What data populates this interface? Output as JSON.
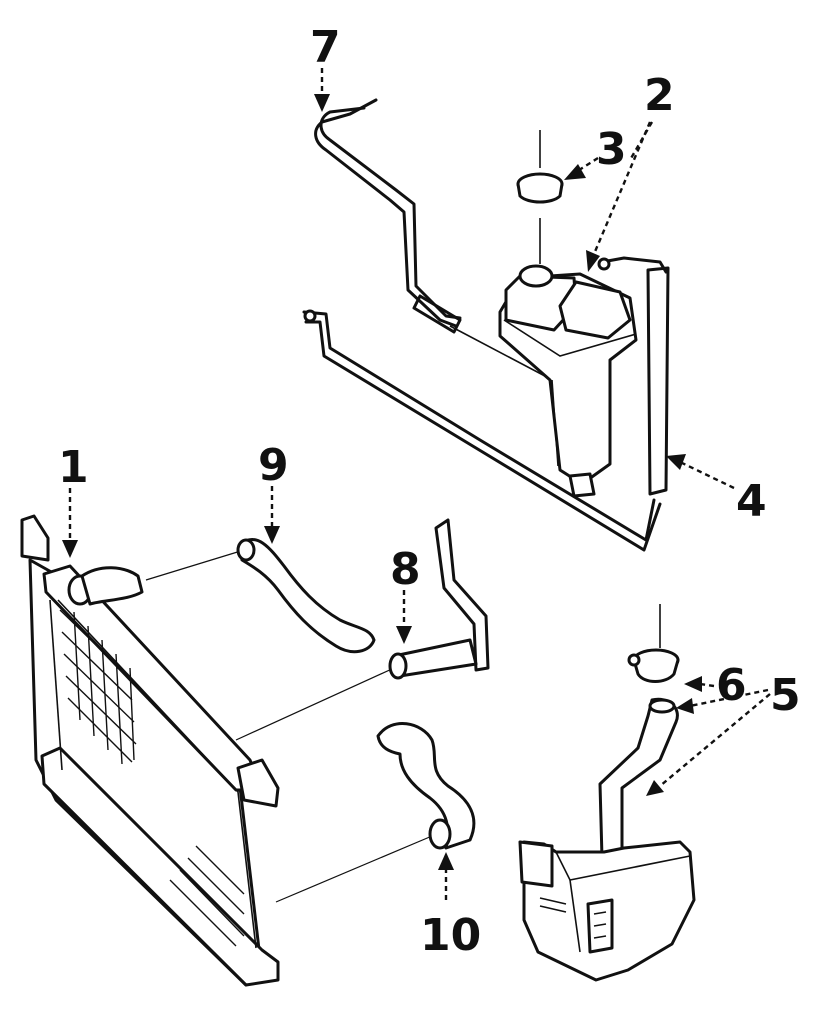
{
  "diagram": {
    "colors": {
      "ink": "#111111",
      "paper": "#ffffff"
    },
    "callouts": [
      {
        "id": "1",
        "label": "1",
        "part": "radiator"
      },
      {
        "id": "2",
        "label": "2",
        "part": "coolant-reservoir"
      },
      {
        "id": "3",
        "label": "3",
        "part": "reservoir-cap"
      },
      {
        "id": "4",
        "label": "4",
        "part": "overflow-tube"
      },
      {
        "id": "5",
        "label": "5",
        "part": "washer-reservoir"
      },
      {
        "id": "6",
        "label": "6",
        "part": "washer-cap"
      },
      {
        "id": "7",
        "label": "7",
        "part": "reservoir-hose"
      },
      {
        "id": "8",
        "label": "8",
        "part": "heater-hose"
      },
      {
        "id": "9",
        "label": "9",
        "part": "upper-radiator-hose"
      },
      {
        "id": "10",
        "label": "10",
        "part": "lower-radiator-hose"
      }
    ]
  }
}
